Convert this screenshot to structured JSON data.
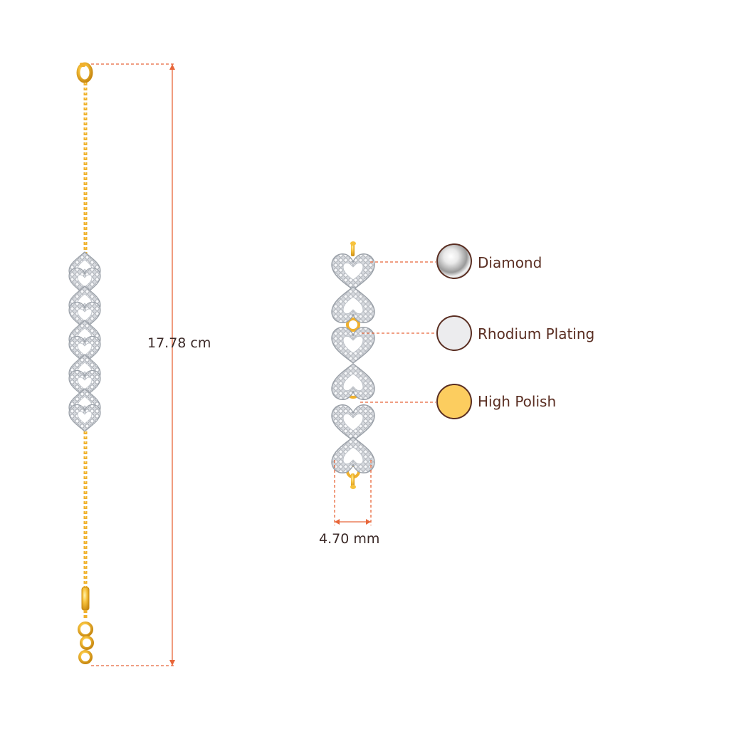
{
  "dimensions": {
    "length": "17.78 cm",
    "width": "4.70 mm"
  },
  "materials": [
    {
      "name": "Diamond",
      "color": "#e6e6e6"
    },
    {
      "name": "Rhodium Plating",
      "color": "#ececee"
    },
    {
      "name": "High Polish",
      "color": "#fccd5f"
    }
  ],
  "colors": {
    "annotation": "#e8663a",
    "gold": "#f4b533",
    "text": "#5a2e22"
  }
}
